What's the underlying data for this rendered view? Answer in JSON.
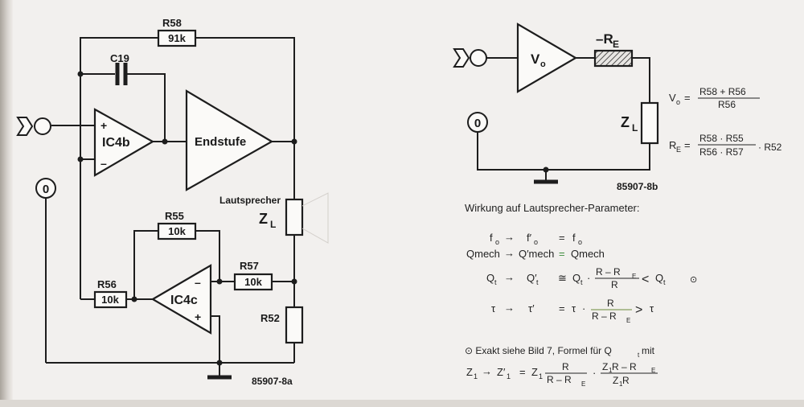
{
  "left_circuit": {
    "r58": {
      "name": "R58",
      "value": "91k"
    },
    "c19": "C19",
    "ic4b": "IC4b",
    "endstufe": "Endstufe",
    "plus": "+",
    "minus": "–",
    "r55": {
      "name": "R55",
      "value": "10k"
    },
    "r56": {
      "name": "R56",
      "value": "10k"
    },
    "r57": {
      "name": "R57",
      "value": "10k"
    },
    "ic4c": "IC4c",
    "r52": "R52",
    "lautsprecher": "Lautsprecher",
    "zl": "Z",
    "zl_sub": "L",
    "ground_symbol": "0",
    "figure_id": "85907-8a"
  },
  "right_circuit": {
    "vo": "V",
    "vo_sub": "o",
    "re": "–R",
    "re_sub": "E",
    "zl": "Z",
    "zl_sub": "L",
    "ground_symbol": "0",
    "figure_id": "85907-8b"
  },
  "formulas": {
    "vo_lhs": "V",
    "vo_lhs_sub": "o",
    "eq": "=",
    "vo_num": "R58  +  R56",
    "vo_den": "R56",
    "re_lhs": "R",
    "re_lhs_sub": "E",
    "re_num": "R58  ·  R55",
    "re_den": "R56  ·  R57",
    "re_tail": "·  R52"
  },
  "effects": {
    "heading": "Wirkung auf Lautsprecher-Parameter:",
    "row1": {
      "a": "f",
      "a_sub": "o",
      "arrow": "→",
      "b": "f′",
      "b_sub": "o",
      "eq": "=",
      "c": "f",
      "c_sub": "o"
    },
    "row2": {
      "a": "Qmech",
      "arrow": "→",
      "b": "Q′mech",
      "eq": "=",
      "c": "Qmech"
    },
    "row3": {
      "a": "Q",
      "a_sub": "t",
      "arrow": "→",
      "b": "Q′",
      "b_sub": "t",
      "approx": "≅",
      "c": "Q",
      "c_sub": "t",
      "dot": "·",
      "num": "R  –  R",
      "num_sub": "E",
      "den": "R",
      "lt": "<",
      "d": "Q",
      "d_sub": "t",
      "mark": "⊙"
    },
    "row4": {
      "a": "τ",
      "arrow": "→",
      "b": "τ′",
      "eq": "=",
      "c": "τ",
      "dot": "·",
      "num": "R",
      "den": "R  –  R",
      "den_sub": "E",
      "gt": ">",
      "d": "τ"
    },
    "note": "⊙ Exakt siehe Bild 7, Formel für Q",
    "note_sub": "t",
    "note_tail": " mit",
    "row5": {
      "a": "Z",
      "a_sub": "1",
      "arrow": "→",
      "b": "Z′",
      "b_sub": "1",
      "eq": "=",
      "c": "Z",
      "c_sub": "1",
      "num": "R",
      "den": "R  –  R",
      "den_sub": "E",
      "dot": "·",
      "num2": "Z",
      "num2_sub": "1",
      "num2_tail": " R  –  R",
      "num2_sub2": "E",
      "den2": "Z",
      "den2_sub": "1",
      "den2_tail": " R"
    }
  }
}
